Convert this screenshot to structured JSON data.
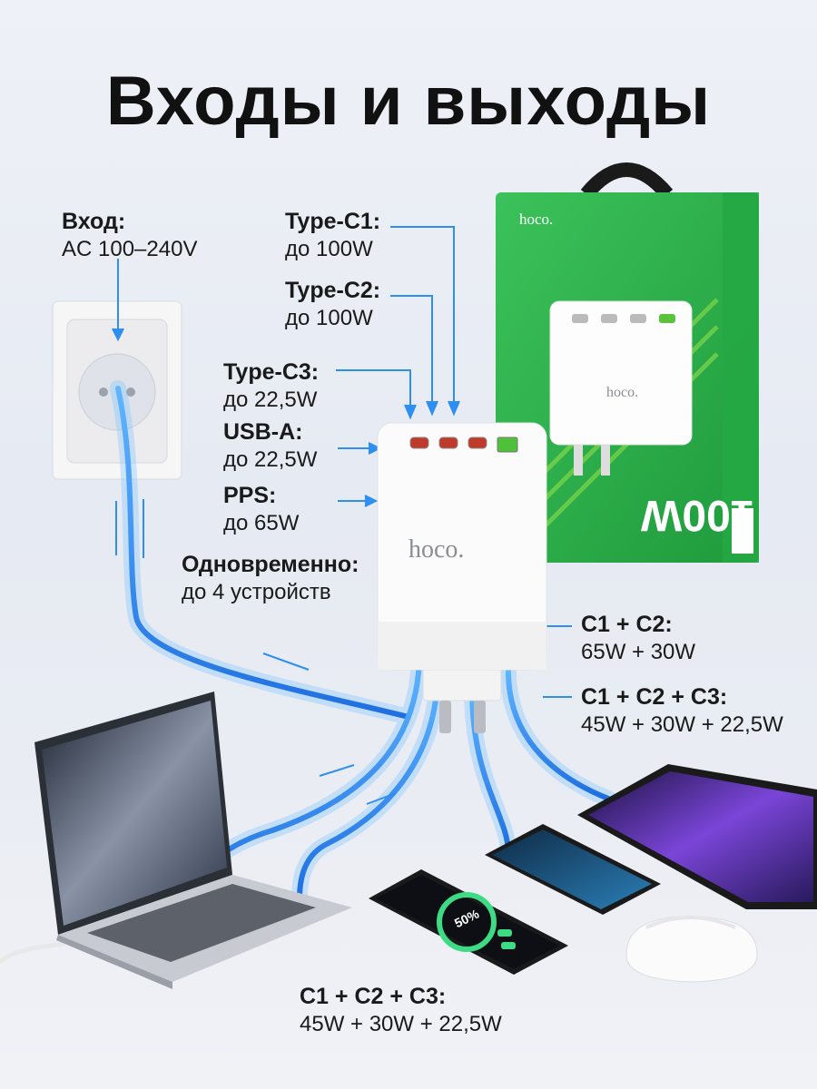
{
  "title": "Входы и выходы",
  "specs": {
    "input": {
      "label": "Вход:",
      "value": "AC 100–240V"
    },
    "type_c1": {
      "label": "Type-C1:",
      "value": "до 100W"
    },
    "type_c2": {
      "label": "Type-C2:",
      "value": "до 100W"
    },
    "type_c3": {
      "label": "Type-C3:",
      "value": "до 22,5W"
    },
    "usb_a": {
      "label": "USB-A:",
      "value": "до 22,5W"
    },
    "pps": {
      "label": "PPS:",
      "value": "до 65W"
    },
    "simultaneous": {
      "label": "Одновременно:",
      "value": "до 4 устройств"
    },
    "combo_c1_c2": {
      "label": "C1 + C2:",
      "value": "65W + 30W"
    },
    "combo_c1_c2_c3_right": {
      "label": "C1 + C2 + C3:",
      "value": "45W + 30W + 22,5W"
    },
    "combo_c1_c2_c3_bottom": {
      "label": "C1 + C2 + C3:",
      "value": "45W + 30W + 22,5W"
    }
  },
  "brand": {
    "charger_logo": "hoco.",
    "box_logo": "hoco.",
    "box_power": "100W",
    "phone_battery": "50%"
  },
  "colors": {
    "accent_blue": "#2f8ff0",
    "box_green": "#2fb24c",
    "charger_white": "#fbfbfb"
  }
}
